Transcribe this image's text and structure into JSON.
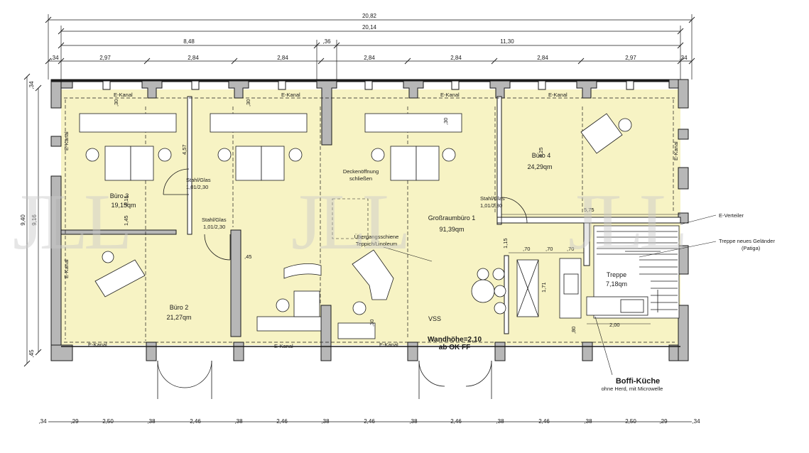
{
  "dimensions": {
    "overall_outer": "20,82",
    "overall_inner": "20,14",
    "left_part": "8,48",
    "middle_part": ",36",
    "right_part": "11,30",
    "top_segments": [
      ",34",
      "2,97",
      "2,84",
      "2,84",
      "2,84",
      "2,84",
      "2,84",
      "2,97",
      ",34"
    ],
    "bottom_segments": [
      ",34",
      ",29",
      "2,50",
      ",38",
      "2,46",
      ",38",
      "2,46",
      ",38",
      "2,46",
      ",38",
      "2,46",
      ",38",
      "2,46",
      ",38",
      "2,50",
      ",29",
      ",34"
    ],
    "left_outer": "9,40",
    "left_inner": "9,16",
    "left_top": ",34",
    "left_bottom": ",45"
  },
  "rooms": {
    "buero3_name": "Büro 3",
    "buero3_area": "19,15qm",
    "buero2_name": "Büro 2",
    "buero2_area": "21,27qm",
    "buero4_name": "Büro 4",
    "buero4_area": "24,29qm",
    "grossraum_name": "Großraumbüro 1",
    "grossraum_area": "91,39qm",
    "treppe_name": "Treppe",
    "treppe_area": "7,18qm",
    "vss": "VSS"
  },
  "labels": {
    "e_kanal": "E-Kanal",
    "stahl_glas": "Stahl/Glas",
    "stahl_glas_dim": "1,01/2,30",
    "deckenoeffnung_1": "Deckenöffnung",
    "deckenoeffnung_2": "schließen",
    "uebergang_1": "Übergangsschiene",
    "uebergang_2": "Teppich/Linoleum",
    "e_verteiler": "E-Verteiler",
    "treppe_gelaender_1": "Treppe neues Geländer",
    "treppe_gelaender_2": "(Patiga)",
    "wandhoehe_1": "Wandhöhe=2,10",
    "wandhoehe_2": "ab OK FF",
    "kueche": "Boffi-Küche",
    "kueche_note": "ohne Herd, mit Microwelle",
    "d_457": "4,57",
    "d_425": "4,25",
    "d_575": "5,75",
    "d_415": "4,15",
    "d_145": "1,45",
    "d_45": ",45",
    "d_115": "1,15",
    "d_70a": ",70",
    "d_70b": ",70",
    "d_70c": ",70",
    "d_171": "1,71",
    "d_200": "2,00",
    "d_80": ",80",
    "d_30a": ",30",
    "d_30b": ",30",
    "d_30c": ",30",
    "d_30d": ",30",
    "d_30e": ",30",
    "watermark": "JLL"
  },
  "colors": {
    "floor": "#f7f3c4",
    "wall": "#b7b7b7",
    "line": "#1a1a1a"
  }
}
